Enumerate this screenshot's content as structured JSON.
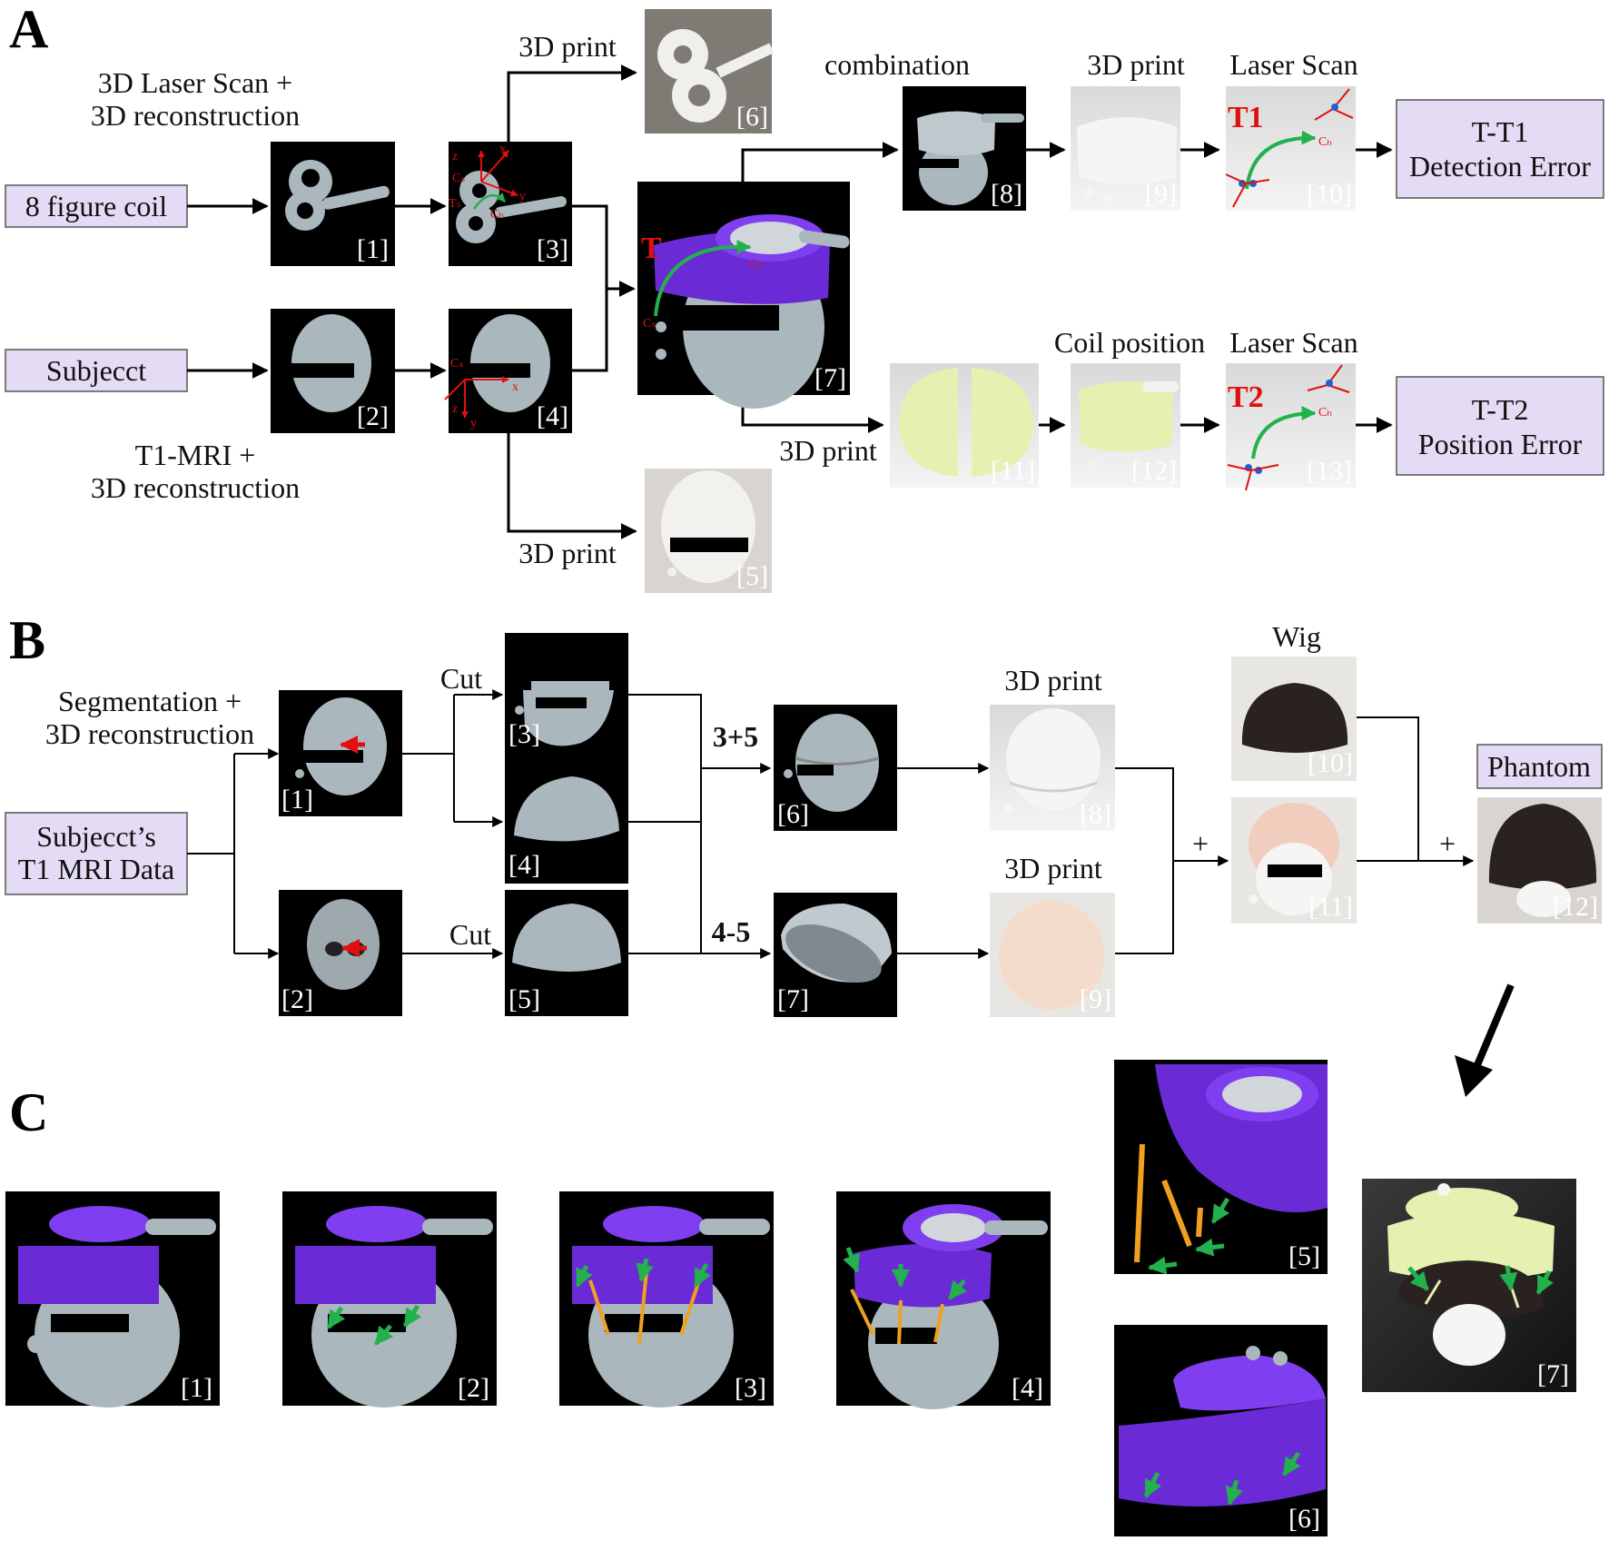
{
  "panel_labels": {
    "a": "A",
    "b": "B",
    "c": "C"
  },
  "panel_a": {
    "labels": {
      "laser_scan_line1": "3D Laser Scan +",
      "laser_scan_line2": "3D reconstruction",
      "mri_line1": "T1-MRI +",
      "mri_line2": "3D reconstruction",
      "print_top": "3D print",
      "print_bottom": "3D print",
      "print_mid": "3D print",
      "combination": "combination",
      "print_9": "3D print",
      "laser_scan_10": "Laser Scan",
      "coil_position": "Coil position",
      "laser_scan_13": "Laser Scan"
    },
    "boxes": {
      "coil": "8 figure coil",
      "subject": "Subjecct",
      "t_t1_line1": "T-T1",
      "t_t1_line2": "Detection Error",
      "t_t2_line1": "T-T2",
      "t_t2_line2": "Position Error"
    },
    "marks": {
      "t": "T",
      "t1": "T1",
      "t2": "T2",
      "ch": "Cₕ",
      "cs": "Cₛ",
      "x": "x",
      "y": "y",
      "z": "z",
      "ts": "Tₛ"
    },
    "indices": [
      "[1]",
      "[2]",
      "[3]",
      "[4]",
      "[5]",
      "[6]",
      "[7]",
      "[8]",
      "[9]",
      "[10]",
      "[11]",
      "[12]",
      "[13]"
    ]
  },
  "panel_b": {
    "labels": {
      "segmentation_line1": "Segmentation +",
      "segmentation_line2": "3D reconstruction",
      "cut_top": "Cut",
      "cut_bottom": "Cut",
      "op_3_5": "3+5",
      "op_4_5": "4-5",
      "print_8": "3D print",
      "print_9": "3D print",
      "wig": "Wig",
      "plus1": "+",
      "plus2": "+"
    },
    "boxes": {
      "data_line1": "Subjecct’s",
      "data_line2": "T1 MRI Data",
      "phantom": "Phantom"
    },
    "indices": [
      "[1]",
      "[2]",
      "[3]",
      "[4]",
      "[5]",
      "[6]",
      "[7]",
      "[8]",
      "[9]",
      "[10]",
      "[11]",
      "[12]"
    ]
  },
  "panel_c": {
    "indices": [
      "[1]",
      "[2]",
      "[3]",
      "[4]",
      "[5]",
      "[6]",
      "[7]"
    ]
  },
  "colors": {
    "box_fill": "#e4dcf4",
    "helmet_purple": "#6a2bd6",
    "accent_green": "#22b14c",
    "accent_red": "#e01010",
    "print_white": "#efefec",
    "print_yellow": "#e6f0b0",
    "skin": "#f3dccb",
    "hair": "#2a2220"
  }
}
